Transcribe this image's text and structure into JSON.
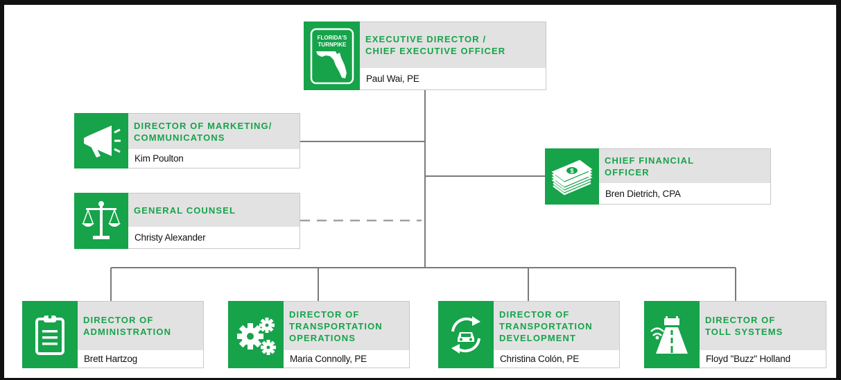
{
  "colors": {
    "accent": "#16a34a",
    "title_bg": "#e2e2e2",
    "connector": "#7a7a7a",
    "dashed": "#a0a0a0"
  },
  "ceo": {
    "logo_text_1": "FLORIDA'S",
    "logo_text_2": "TURNPIKE",
    "title": "EXECUTIVE DIRECTOR /\nCHIEF EXECUTIVE OFFICER",
    "name": "Paul Wai, PE",
    "icon": "florida-turnpike-logo"
  },
  "marketing": {
    "title": "DIRECTOR OF MARKETING/\nCOMMUNICATONS",
    "name": "Kim Poulton",
    "icon": "megaphone-icon"
  },
  "counsel": {
    "title": "GENERAL COUNSEL",
    "name": "Christy Alexander",
    "icon": "scales-icon"
  },
  "cfo": {
    "title": "CHIEF FINANCIAL\nOFFICER",
    "name": "Bren Dietrich, CPA",
    "icon": "money-stack-icon"
  },
  "admin": {
    "title": "DIRECTOR OF\nADMINISTRATION",
    "name": "Brett Hartzog",
    "icon": "clipboard-icon"
  },
  "operations": {
    "title": "DIRECTOR OF\nTRANSPORTATION\nOPERATIONS",
    "name": "Maria Connolly, PE",
    "icon": "gears-icon"
  },
  "development": {
    "title": "DIRECTOR OF\nTRANSPORTATION\nDEVELOPMENT",
    "name": "Christina Colón, PE",
    "icon": "car-cycle-icon"
  },
  "toll": {
    "title": "DIRECTOR OF\nTOLL SYSTEMS",
    "name": "Floyd \"Buzz\" Holland",
    "icon": "toll-road-icon"
  }
}
